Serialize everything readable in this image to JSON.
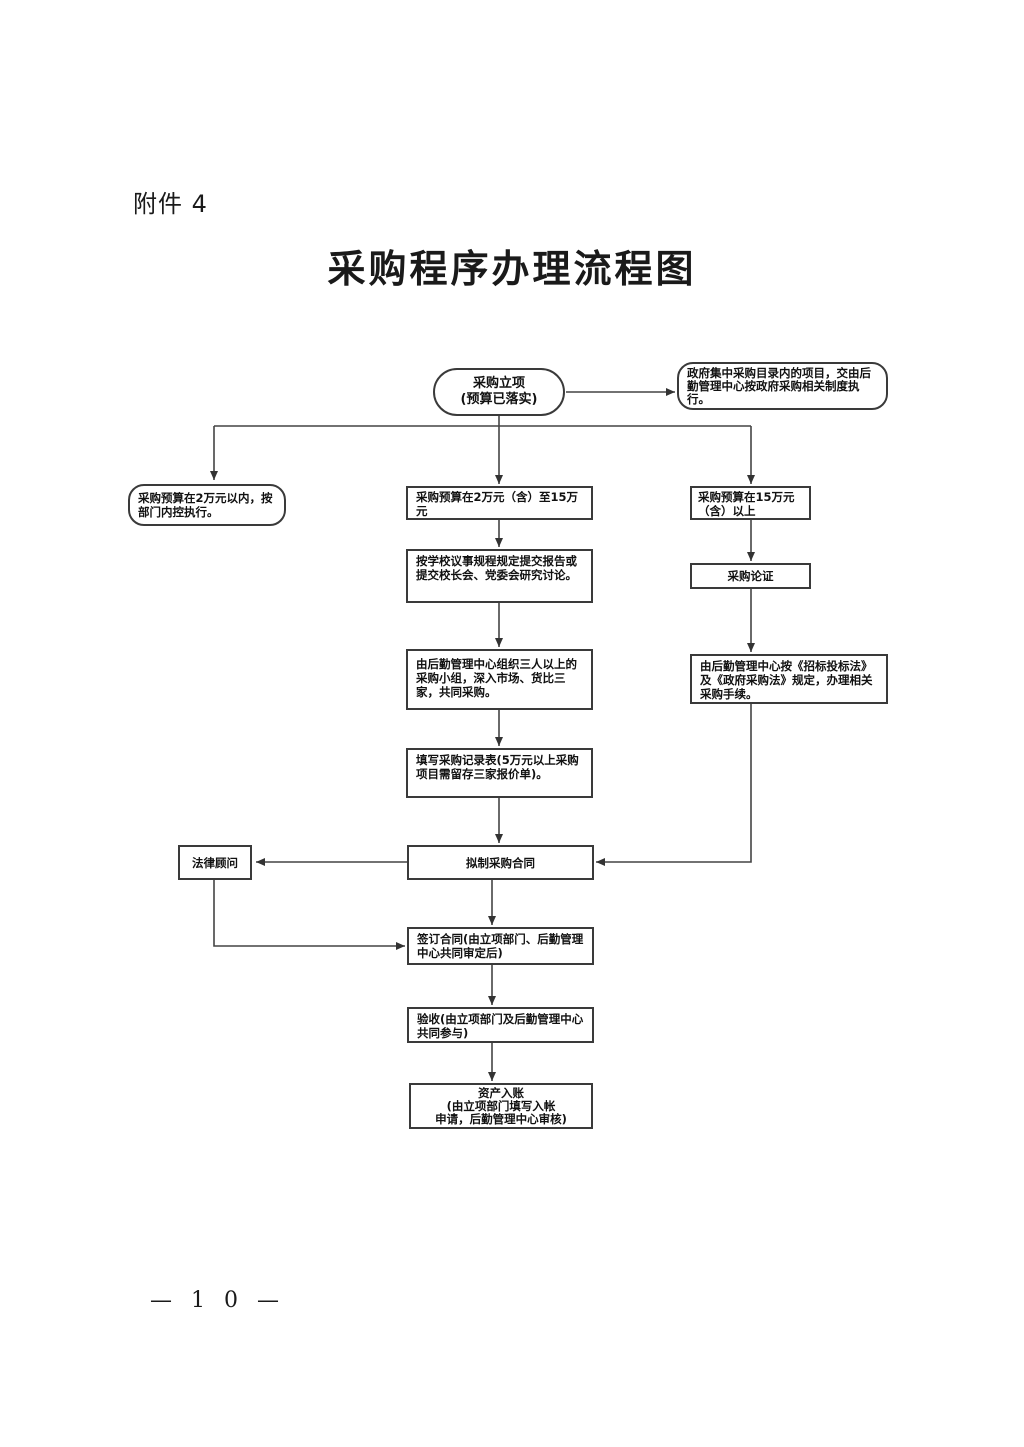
{
  "header": {
    "attachment": "附件 4"
  },
  "title": "采购程序办理流程图",
  "flowchart": {
    "start": {
      "line1": "采购立项",
      "line2": "(预算已落实)"
    },
    "central_procurement": "政府集中采购目录内的项目，交由后勤管理中心按政府采购相关制度执行。",
    "under_20k": "采购预算在2万元以内，按部门内控执行。",
    "between_20k_150k": "采购预算在2万元（含）至15万元",
    "above_150k": "采购预算在15万元（含）以上",
    "meeting_review": "按学校议事规程规定提交报告或提交校长会、党委会研究讨论。",
    "purchase_demonstration": "采购论证",
    "group_purchase": "由后勤管理中心组织三人以上的采购小组，深入市场、货比三家，共同采购。",
    "tender_law": "由后勤管理中心按《招标投标法》及《政府采购法》规定，办理相关采购手续。",
    "record_form": "填写采购记录表(5万元以上采购项目需留存三家报价单)。",
    "legal_advisor": "法律顾问",
    "draft_contract": "拟制采购合同",
    "sign_contract": "签订合同(由立项部门、后勤管理中心共同审定后)",
    "acceptance": "验收(由立项部门及后勤管理中心共同参与)",
    "asset_entry": {
      "line1": "资产入账",
      "line2": "(由立项部门填写入帐",
      "line3": "申请，后勤管理中心审核)"
    }
  },
  "footer": {
    "page_number": "— 1 0 —"
  }
}
